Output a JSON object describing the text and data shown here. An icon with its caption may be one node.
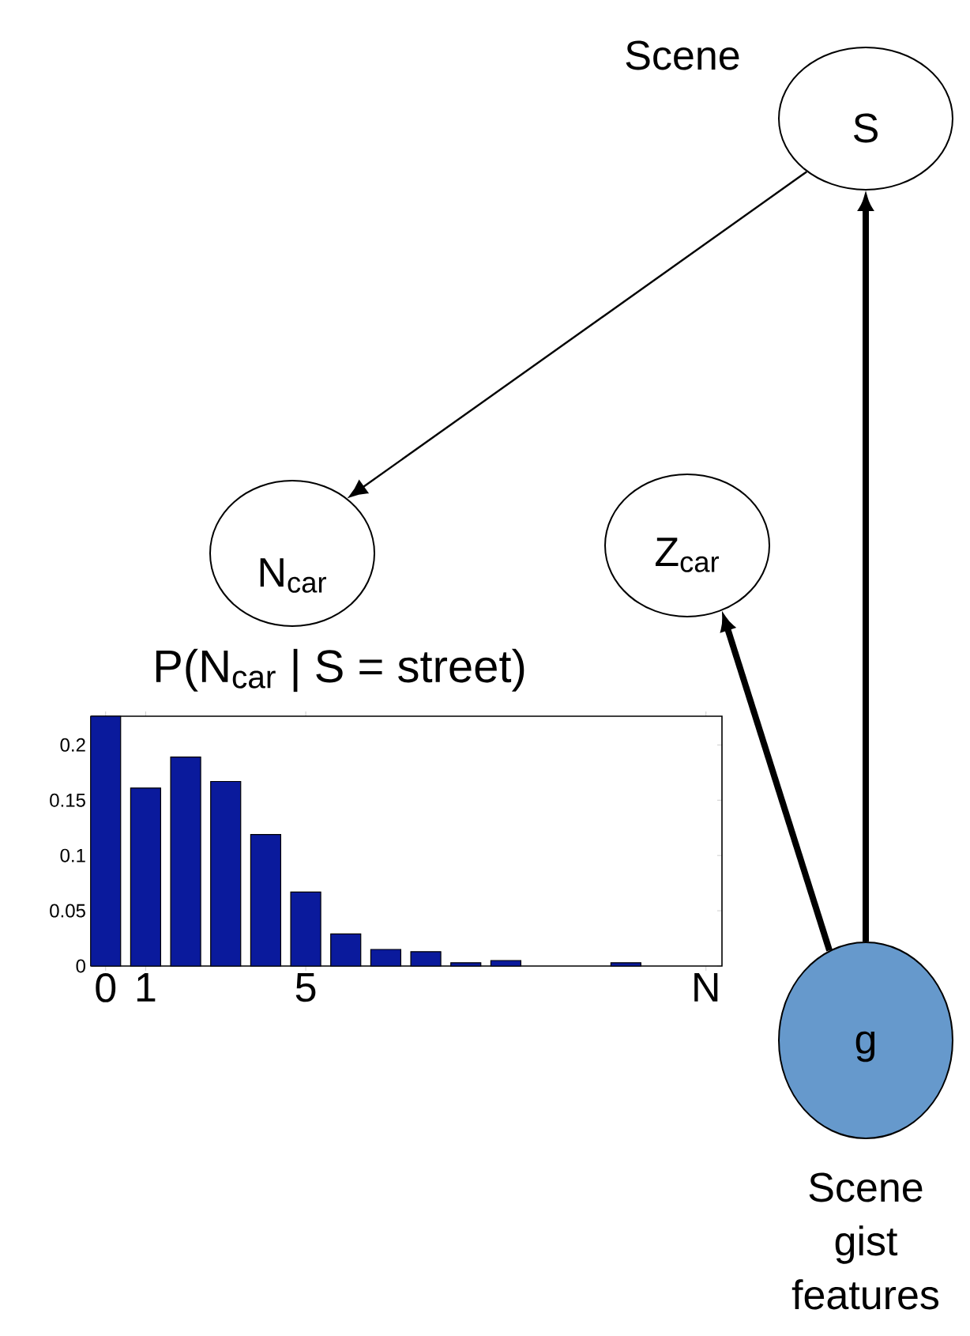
{
  "diagram": {
    "nodes": [
      {
        "text": [
          "S"
        ],
        "beside": [
          "Scene"
        ]
      },
      {
        "text": [
          "N$_{car}$"
        ]
      },
      {
        "text": [
          "Z$_{car}$"
        ]
      },
      {
        "text": [
          "g"
        ],
        "beside": [
          "Scene gist features"
        ]
      }
    ],
    "edges": [
      {
        "from": 0,
        "to": 1,
        "arrow": "to"
      },
      {
        "from": 3,
        "to": 0,
        "arrow": "to"
      },
      {
        "from": 3,
        "to": 2,
        "arrow": "to"
      }
    ],
    "chart_data": {
      "type": "bar",
      "title": "P(N$_{car}$ | S = street)",
      "x": [
        0,
        1,
        2,
        3,
        4,
        5,
        6,
        7,
        8,
        9,
        10,
        11,
        12,
        13,
        14,
        15
      ],
      "series": [
        {
          "color": "#0a1a9c",
          "values": [
            0.226,
            0.161,
            0.189,
            0.167,
            0.119,
            0.067,
            0.029,
            0.015,
            0.013,
            0.003,
            0.005,
            0,
            0,
            0.003,
            0,
            0
          ]
        }
      ],
      "xlim": [
        -0.35,
        15.4
      ],
      "ylim": [
        0,
        0.226
      ],
      "xticks": [
        {
          "value": 0,
          "label": "0"
        },
        {
          "value": 1,
          "label": "1"
        },
        {
          "value": 5,
          "label": "5"
        },
        {
          "value": 15,
          "label": "N"
        }
      ],
      "yticks": [
        {
          "value": 0,
          "label": "0"
        },
        {
          "value": 0.05,
          "label": "0.05"
        },
        {
          "value": 0.1,
          "label": "0.1"
        },
        {
          "value": 0.15,
          "label": "0.15"
        },
        {
          "value": 0.2,
          "label": "0.2"
        }
      ]
    }
  }
}
